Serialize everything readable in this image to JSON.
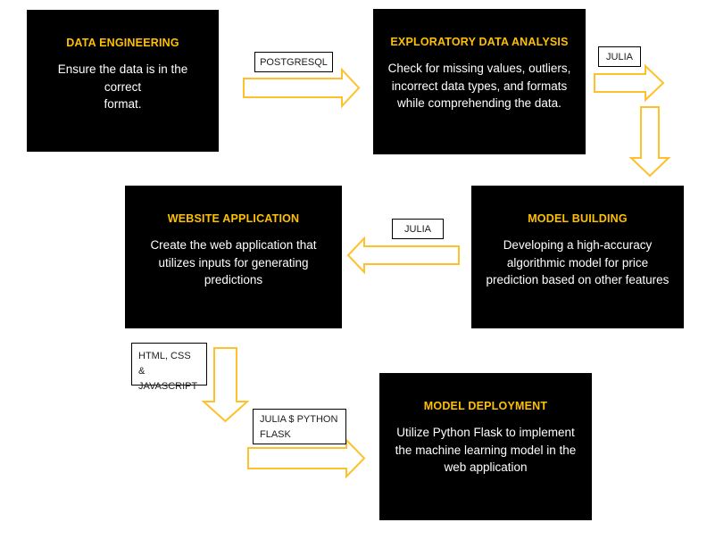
{
  "diagram": {
    "boxes": {
      "data_engineering": {
        "title": "DATA ENGINEERING",
        "body": "Ensure the data is in the correct\nformat."
      },
      "exploratory_data_analysis": {
        "title": "EXPLORATORY DATA ANALYSIS",
        "body": "Check for missing values, outliers,\nincorrect data types, and formats\nwhile comprehending the data."
      },
      "website_application": {
        "title": "WEBSITE APPLICATION",
        "body": "Create the web application that\nutilizes inputs for generating\npredictions"
      },
      "model_building": {
        "title": "MODEL BUILDING",
        "body": "Developing a high-accuracy\nalgorithmic model for price\nprediction based on other features"
      },
      "model_deployment": {
        "title": "MODEL DEPLOYMENT",
        "body": "Utilize Python Flask to implement\nthe machine learning model in the\nweb application"
      }
    },
    "connector_labels": {
      "postgresql": "POSTGRESQL",
      "julia_top": "JULIA",
      "julia_mid": "JULIA",
      "html_css_js": "HTML, CSS &\nJAVASCRIPT",
      "julia_python_flask": "JULIA $ PYTHON\nFLASK"
    },
    "colors": {
      "box_background": "#000000",
      "box_title_gold": "#FFC000",
      "box_body_text": "#FFFFFF",
      "arrow_outline_gold": "#FFC12B",
      "label_border": "#000000",
      "canvas_background": "#FFFFFF"
    }
  }
}
